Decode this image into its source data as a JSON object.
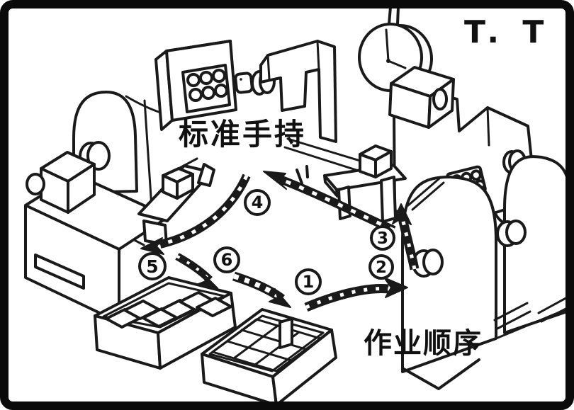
{
  "colors": {
    "ink": "#1a1a1a",
    "paper": "#ffffff"
  },
  "labels": {
    "standard_wip": "标准手持",
    "work_sequence": "作业顺序",
    "takt_time": "T. T"
  },
  "steps": [
    "1",
    "2",
    "3",
    "4",
    "5",
    "6"
  ]
}
